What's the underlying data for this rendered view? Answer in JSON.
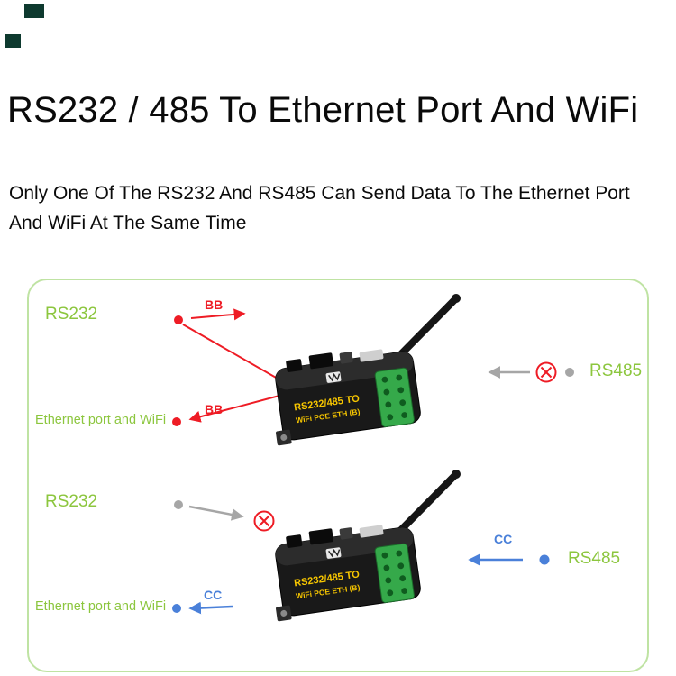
{
  "page": {
    "title": "RS232 / 485 To Ethernet Port And WiFi",
    "subtitle": "Only One Of The RS232 And RS485 Can Send Data To The Ethernet Port And WiFi At The Same Time"
  },
  "colors": {
    "green": "#8cc63e",
    "red": "#ee1c25",
    "blue": "#4a80d9",
    "gray": "#a6a6a6",
    "panel-border": "#bfe3a3",
    "dark-decor": "#0e3a2f"
  },
  "device": {
    "line1": "RS232/485 TO",
    "line2": "WiFi POE ETH (B)"
  },
  "top_diagram": {
    "rs232": "RS232",
    "ethernet": "Ethernet port and WiFi",
    "rs485": "RS485",
    "bb_out": "BB",
    "bb_in": "BB"
  },
  "bottom_diagram": {
    "rs232": "RS232",
    "ethernet": "Ethernet port and WiFi",
    "rs485": "RS485",
    "cc_out": "CC",
    "cc_in": "CC"
  }
}
